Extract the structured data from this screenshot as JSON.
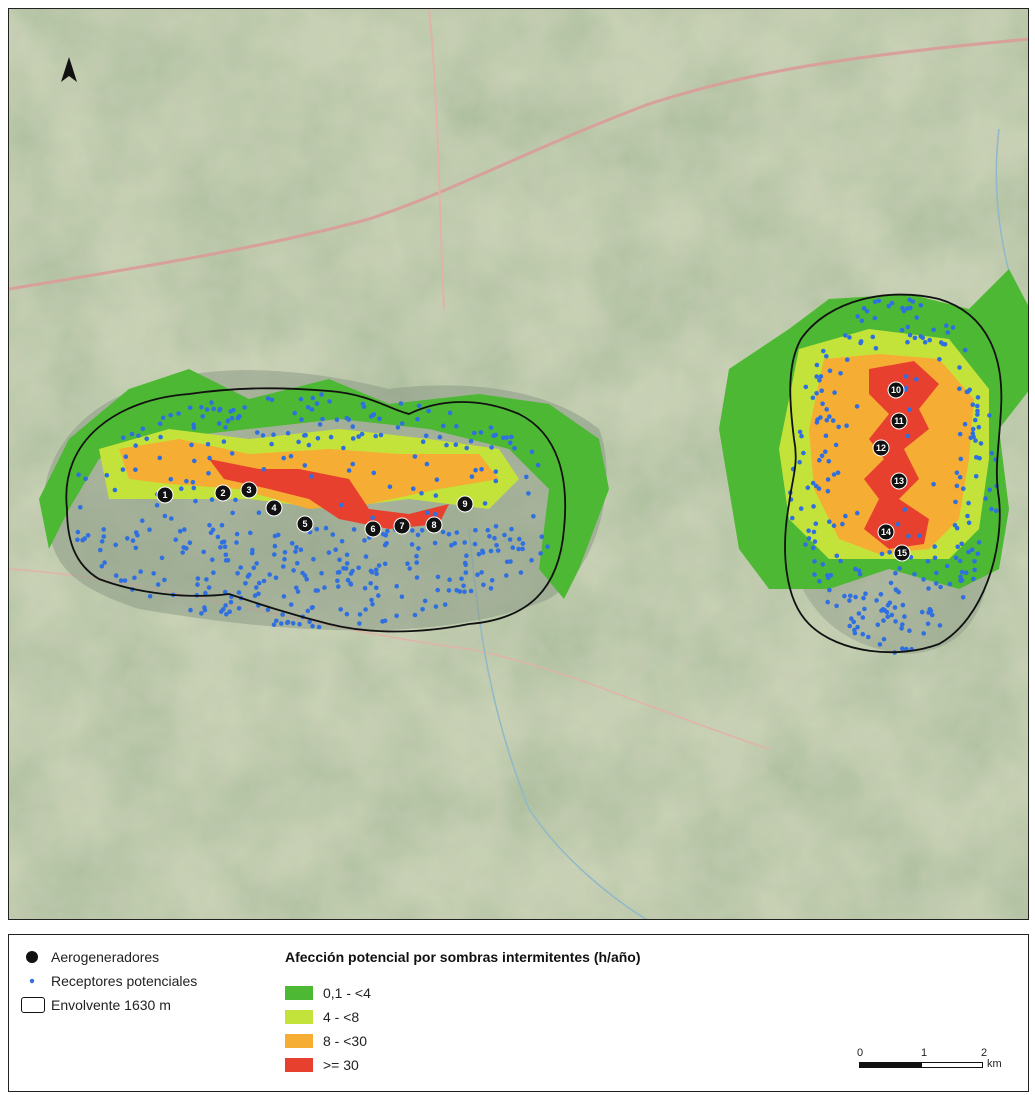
{
  "map": {
    "north_arrow_icon": "north-arrow-icon",
    "turbines": [
      "1",
      "2",
      "3",
      "4",
      "5",
      "6",
      "7",
      "8",
      "9",
      "10",
      "11",
      "12",
      "13",
      "14",
      "15"
    ]
  },
  "legend": {
    "turbines_label": "Aerogeneradores",
    "receptors_label": "Receptores potenciales",
    "envelope_label": "Envolvente 1630 m",
    "title": "Afección potencial por sombras intermitentes (h/año)",
    "classes": [
      {
        "label": "0,1 - <4",
        "color": "#4db833"
      },
      {
        "label": "4 - <8",
        "color": "#c4e33a"
      },
      {
        "label": "8 - <30",
        "color": "#f5ad33"
      },
      {
        "label": ">= 30",
        "color": "#e8402e"
      }
    ],
    "receptor_color": "#2f6fe0",
    "scale": {
      "ticks": [
        "0",
        "1",
        "2"
      ],
      "unit": "km"
    }
  }
}
